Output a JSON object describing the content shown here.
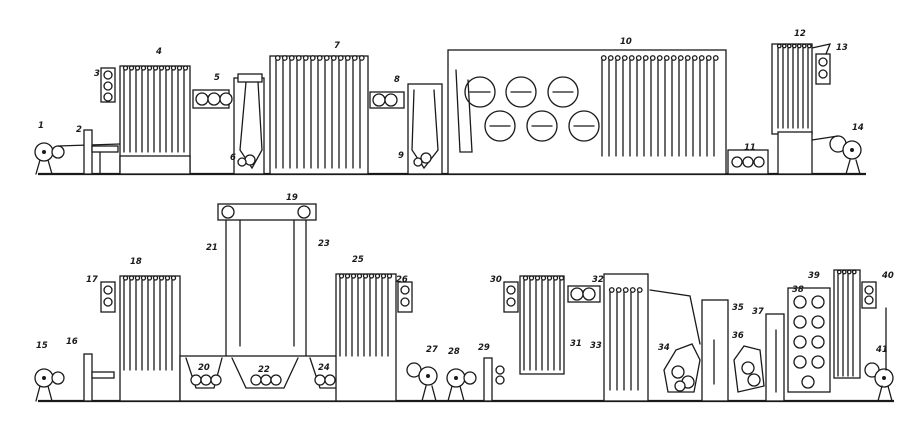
{
  "diagram": {
    "kind": "textile finishing range schematic",
    "ink_color": "#1a1a1a",
    "background_color": "#ffffff",
    "rows": [
      {
        "id": "upper-line",
        "labels": [
          "1",
          "2",
          "3",
          "4",
          "5",
          "6",
          "7",
          "8",
          "9",
          "10",
          "11",
          "12",
          "13",
          "14"
        ]
      },
      {
        "id": "lower-line",
        "labels": [
          "15",
          "16",
          "17",
          "18",
          "19",
          "20",
          "21",
          "22",
          "23",
          "24",
          "25",
          "26",
          "27",
          "28",
          "29",
          "30",
          "31",
          "32",
          "33",
          "34",
          "35",
          "36",
          "37",
          "38",
          "39",
          "40",
          "41"
        ]
      }
    ]
  }
}
